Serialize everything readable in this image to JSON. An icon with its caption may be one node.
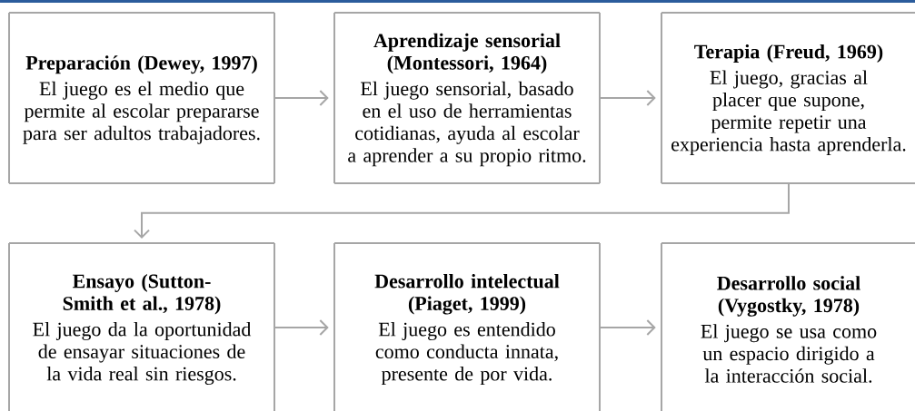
{
  "diagram": {
    "nodes": [
      {
        "text": [
          "Preparación (Dewey, 1997)",
          "El juego es el medio que permite al escolar prepararse para ser adultos trabajadores."
        ]
      },
      {
        "text": [
          "Aprendizaje sensorial (Montessori, 1964)",
          "El juego sensorial, basado en el uso de herramientas cotidianas, ayuda al escolar a aprender a su propio ritmo."
        ]
      },
      {
        "text": [
          "Terapia (Freud, 1969)",
          "El juego, gracias al placer que supone, permite repetir una experiencia hasta aprenderla."
        ]
      },
      {
        "text": [
          "Ensayo (Sutton-Smith et al., 1978)",
          "El juego da la oportunidad de ensayar situaciones de la vida real sin riesgos."
        ]
      },
      {
        "text": [
          "Desarrollo intelectual (Piaget, 1999)",
          "El juego es entendido como conducta innata, presente de por vida."
        ]
      },
      {
        "text": [
          "Desarrollo social (Vygostky, 1978)",
          "El juego se usa como un espacio dirigido a la interacción social."
        ]
      }
    ],
    "edges": [
      {
        "from": 0,
        "to": 1,
        "arrow": "to"
      },
      {
        "from": 1,
        "to": 2,
        "arrow": "to"
      },
      {
        "from": 2,
        "to": 3,
        "arrow": "to"
      },
      {
        "from": 3,
        "to": 4,
        "arrow": "to"
      },
      {
        "from": 4,
        "to": 5,
        "arrow": "to"
      }
    ]
  }
}
